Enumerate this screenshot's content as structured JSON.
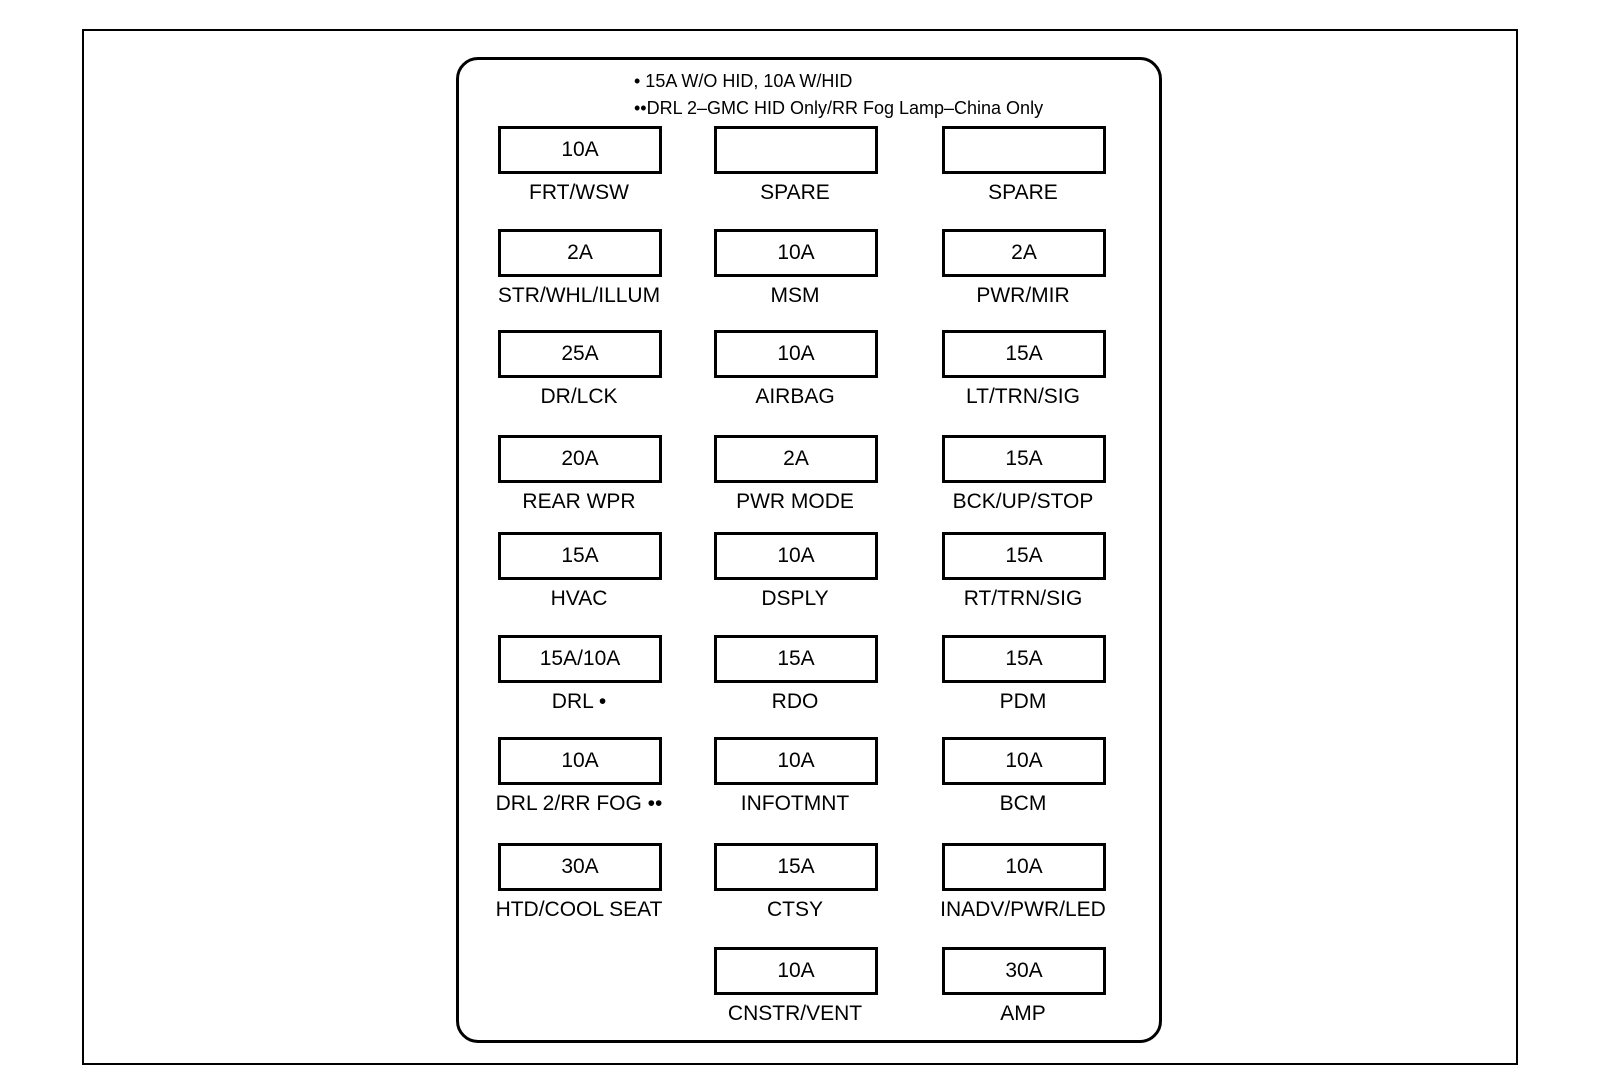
{
  "notes": [
    "• 15A W/O HID, 10A W/HID",
    "••DRL 2–GMC HID Only/RR Fog Lamp–China Only"
  ],
  "fuses": {
    "col1": [
      {
        "rating": "10A",
        "label": "FRT/WSW"
      },
      {
        "rating": "2A",
        "label": "STR/WHL/ILLUM"
      },
      {
        "rating": "25A",
        "label": "DR/LCK"
      },
      {
        "rating": "20A",
        "label": "REAR WPR"
      },
      {
        "rating": "15A",
        "label": "HVAC"
      },
      {
        "rating": "15A/10A",
        "label": "DRL •"
      },
      {
        "rating": "10A",
        "label": "DRL 2/RR FOG ••"
      },
      {
        "rating": "30A",
        "label": "HTD/COOL SEAT"
      }
    ],
    "col2": [
      {
        "rating": "",
        "label": "SPARE"
      },
      {
        "rating": "10A",
        "label": "MSM"
      },
      {
        "rating": "10A",
        "label": "AIRBAG"
      },
      {
        "rating": "2A",
        "label": "PWR MODE"
      },
      {
        "rating": "10A",
        "label": "DSPLY"
      },
      {
        "rating": "15A",
        "label": "RDO"
      },
      {
        "rating": "10A",
        "label": "INFOTMNT"
      },
      {
        "rating": "15A",
        "label": "CTSY"
      },
      {
        "rating": "10A",
        "label": "CNSTR/VENT"
      }
    ],
    "col3": [
      {
        "rating": "",
        "label": "SPARE"
      },
      {
        "rating": "2A",
        "label": "PWR/MIR"
      },
      {
        "rating": "15A",
        "label": "LT/TRN/SIG"
      },
      {
        "rating": "15A",
        "label": "BCK/UP/STOP"
      },
      {
        "rating": "15A",
        "label": "RT/TRN/SIG"
      },
      {
        "rating": "15A",
        "label": "PDM"
      },
      {
        "rating": "10A",
        "label": "BCM"
      },
      {
        "rating": "10A",
        "label": "INADV/PWR/LED"
      },
      {
        "rating": "30A",
        "label": "AMP"
      }
    ]
  }
}
